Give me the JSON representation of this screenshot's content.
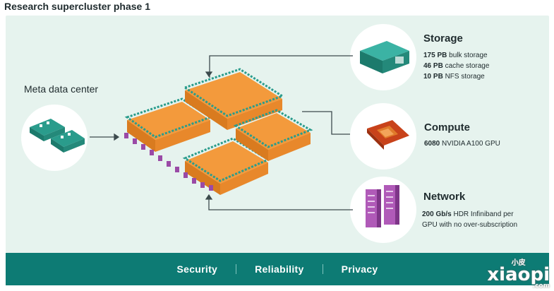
{
  "title": "Research supercluster phase 1",
  "datacenter": {
    "label": "Meta data center"
  },
  "storage": {
    "title": "Storage",
    "lines": [
      {
        "value": "175 PB",
        "text": " bulk storage"
      },
      {
        "value": "46 PB",
        "text": " cache storage"
      },
      {
        "value": "10 PB",
        "text": " NFS storage"
      }
    ]
  },
  "compute": {
    "title": "Compute",
    "lines": [
      {
        "value": "6080",
        "text": " NVIDIA A100 GPU"
      }
    ]
  },
  "network": {
    "title": "Network",
    "lines": [
      {
        "value": "200 Gb/s",
        "text": " HDR Infiniband per"
      },
      {
        "value": "",
        "text": "GPU with no over-subscription"
      }
    ]
  },
  "footer": {
    "items": [
      "Security",
      "Reliability",
      "Privacy"
    ]
  },
  "watermark": {
    "small": "小皮",
    "big": "xiaopi",
    "domain": ".com"
  },
  "colors": {
    "teal": "#0d7b74",
    "rack_orange": "#f39a3c",
    "rack_teal": "#2a9c8c",
    "purple": "#9a4aa6",
    "panel": "#e6f3ee"
  }
}
